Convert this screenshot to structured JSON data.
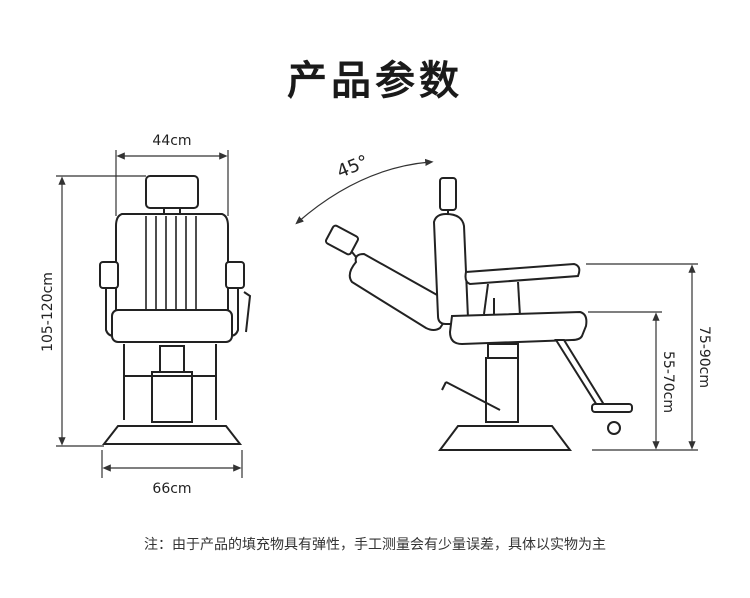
{
  "title": "产品参数",
  "note": "注：由于产品的填充物具有弹性，手工测量会有少量误差，具体以实物为主",
  "front_view": {
    "width_top": "44cm",
    "width_base": "66cm",
    "height": "105-120cm"
  },
  "side_view": {
    "recline_angle": "45°",
    "armrest_height": "75-90cm",
    "seat_height": "55-70cm"
  }
}
